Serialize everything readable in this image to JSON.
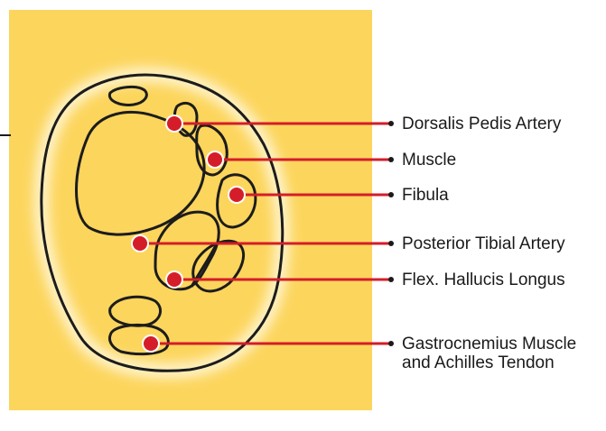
{
  "colors": {
    "panel": "#fcd55c",
    "glow": "#fff6d6",
    "outline": "#1c1c1c",
    "marker": "#d51d29",
    "leader": "#d51d29",
    "text": "#1a1a1a"
  },
  "labels": [
    {
      "id": "dorsalis-pedis-artery",
      "text": "Dorsalis Pedis Artery"
    },
    {
      "id": "muscle",
      "text": "Muscle"
    },
    {
      "id": "fibula",
      "text": "Fibula"
    },
    {
      "id": "posterior-tibial-artery",
      "text": "Posterior Tibial Artery"
    },
    {
      "id": "flex-hallucis-longus",
      "text": "Flex. Hallucis Longus"
    },
    {
      "id": "gastrocnemius-achilles",
      "lines": [
        "Gastrocnemius Muscle",
        "and Achilles Tendon"
      ]
    }
  ]
}
